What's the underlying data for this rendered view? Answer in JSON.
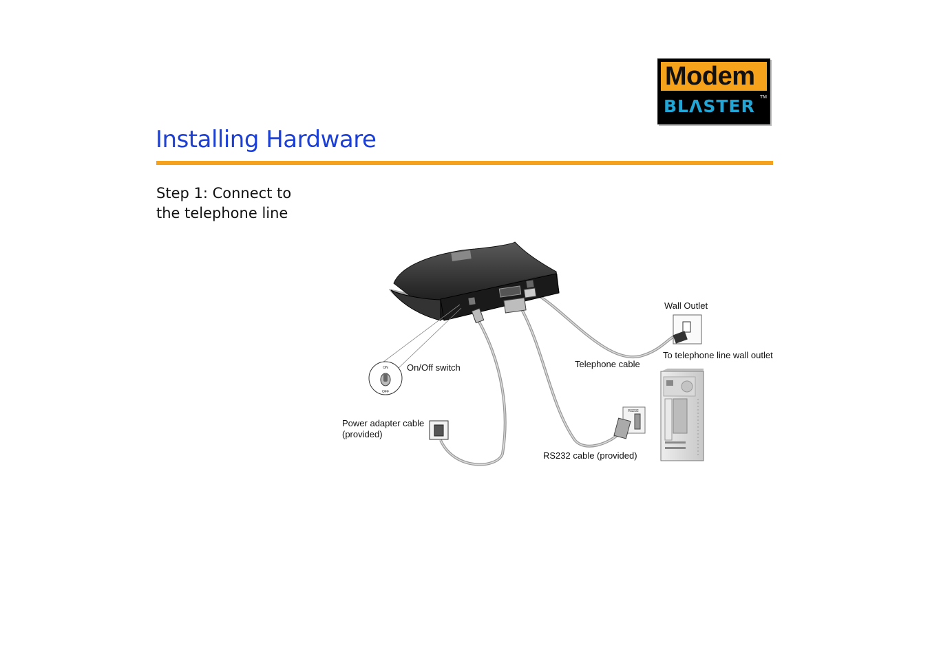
{
  "logo": {
    "modem": "Modem",
    "blaster": "BLΛSTER",
    "tm": "TM"
  },
  "title": "Installing Hardware",
  "step": {
    "line1": "Step 1: Connect to",
    "line2": "the telephone line"
  },
  "diagram": {
    "labels": {
      "wall_outlet": "Wall Outlet",
      "telephone_cable": "Telephone cable",
      "to_wall_outlet": "To telephone line wall outlet",
      "on_off_switch": "On/Off switch",
      "power_adapter_line1": "Power adapter cable",
      "power_adapter_line2": "(provided)",
      "rs232_cable": "RS232 cable (provided)",
      "switch_on": "ON",
      "switch_off": "OFF",
      "rs232_port": "RS232"
    }
  },
  "colors": {
    "title": "#1c3fd6",
    "rule": "#f7a21b",
    "logo_orange": "#f7a21b",
    "logo_blue": "#21a6d6"
  }
}
